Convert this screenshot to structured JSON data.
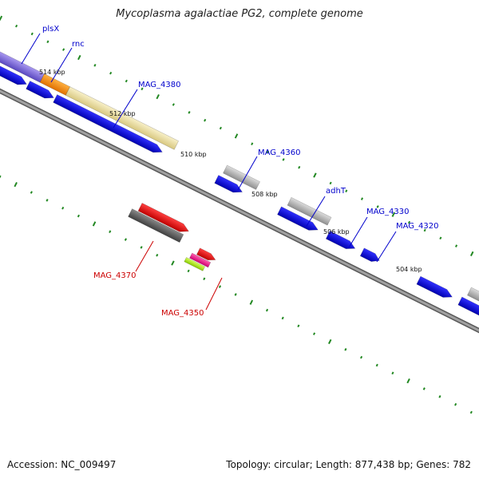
{
  "title": "Mycoplasma agalactiae PG2, complete genome",
  "footer": {
    "accession": "Accession: NC_009497",
    "summary": "Topology: circular; Length: 877,438 bp; Genes: 782"
  },
  "tick_labels": [
    "514 kbp",
    "512 kbp",
    "510 kbp",
    "508 kbp",
    "506 kbp",
    "504 kbp"
  ],
  "gene_labels": [
    {
      "name": "plsX",
      "strand": "forward",
      "color": "#0000cc"
    },
    {
      "name": "rnc",
      "strand": "forward",
      "color": "#0000cc"
    },
    {
      "name": "MAG_4380",
      "strand": "forward",
      "color": "#0000cc"
    },
    {
      "name": "MAG_4360",
      "strand": "forward",
      "color": "#0000cc"
    },
    {
      "name": "adhT",
      "strand": "forward",
      "color": "#0000cc"
    },
    {
      "name": "MAG_4330",
      "strand": "forward",
      "color": "#0000cc"
    },
    {
      "name": "MAG_4320",
      "strand": "forward",
      "color": "#0000cc"
    },
    {
      "name": "MAG_4370",
      "strand": "reverse",
      "color": "#cc0000"
    },
    {
      "name": "MAG_4350",
      "strand": "reverse",
      "color": "#cc0000"
    }
  ],
  "colors": {
    "backbone": "#7a7a7a",
    "gene_blue": "#0000ee",
    "gene_red": "#ee0000",
    "gene_gray": "#b4b4b4",
    "gene_dark_gray": "#606060",
    "gene_purple": "#7b68d8",
    "gene_orange": "#ff8c00",
    "gene_pale_yellow": "#efe4a8",
    "gene_pink": "#ee1e8c",
    "gene_green": "#aaee22",
    "tick_green": "#228822"
  }
}
